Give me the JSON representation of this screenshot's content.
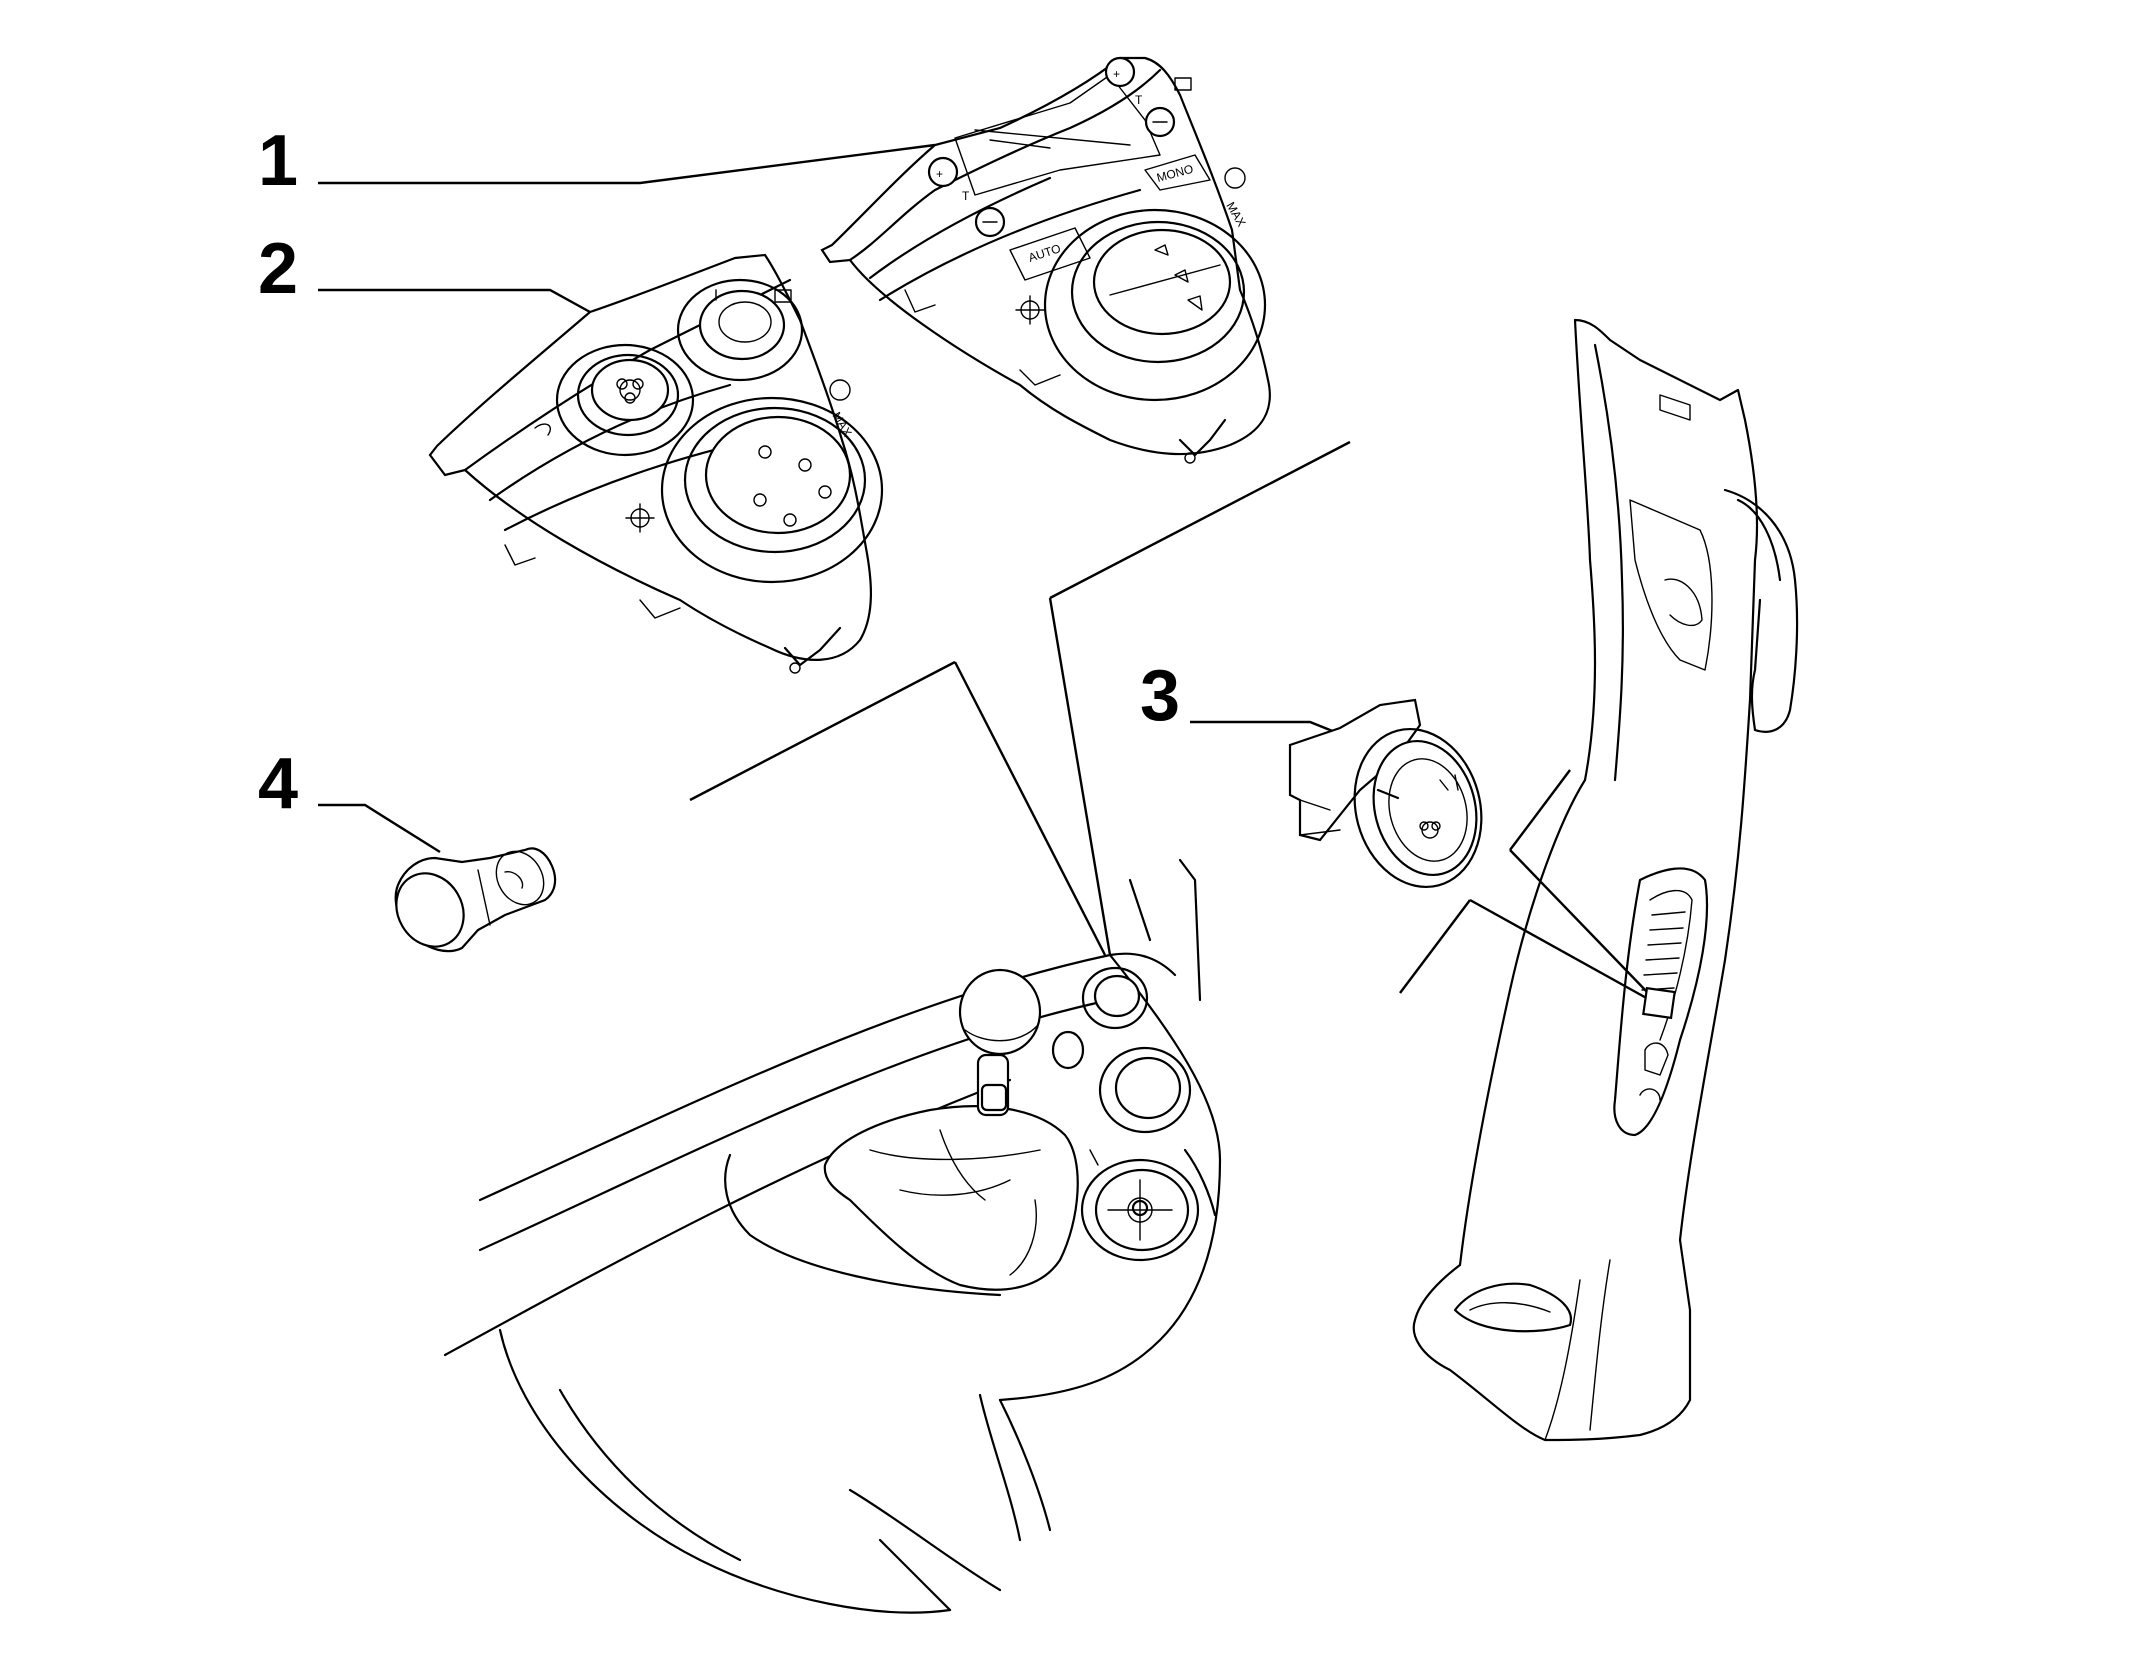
{
  "callouts": [
    {
      "label": "1"
    },
    {
      "label": "2"
    },
    {
      "label": "3"
    },
    {
      "label": "4"
    }
  ],
  "panel_1": {
    "buttons": [
      "+",
      "T",
      "+",
      "T"
    ],
    "mono_label": "MONO",
    "auto_label": "AUTO",
    "max_label": "MAX"
  },
  "panel_2": {
    "max_label": "MAX"
  },
  "colors": {
    "line": "#000000",
    "background": "#ffffff"
  }
}
